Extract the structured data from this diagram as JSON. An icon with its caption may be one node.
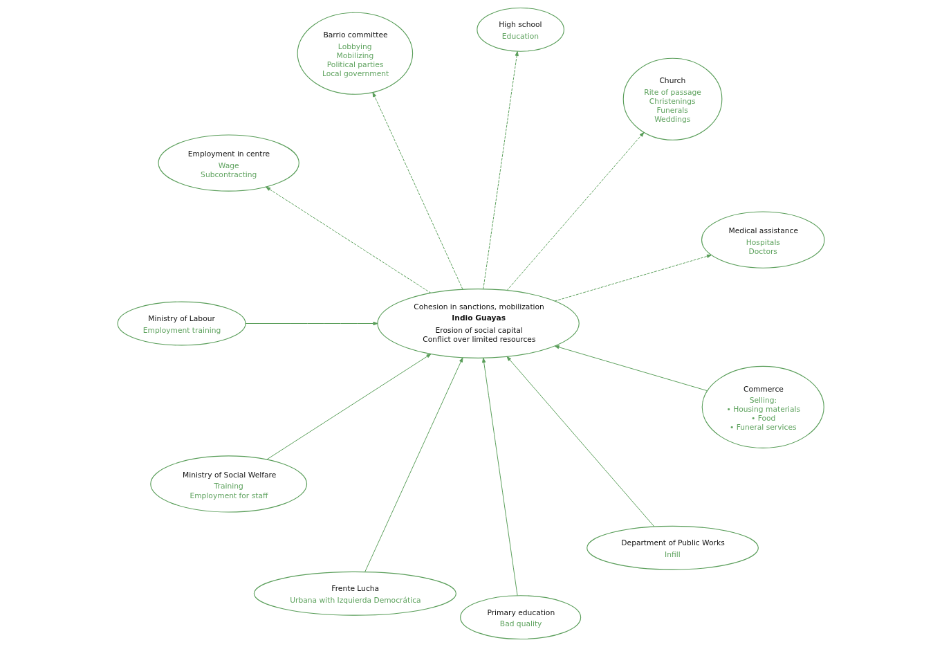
{
  "diagram": {
    "nodes": [
      {
        "text": [
          "Cohesion in sanctions, mobilization",
          "Indio Guayas",
          "Erosion of social capital",
          "Conflict over limited resources"
        ]
      },
      {
        "text": [
          "Medical assistance",
          "Hospitals",
          "Doctors"
        ]
      },
      {
        "text": [
          "Ministry of Labour",
          "Employment training"
        ]
      },
      {
        "text": [
          "Church",
          "Rite of passage",
          "Christenings",
          "Funerals",
          "Weddings"
        ]
      },
      {
        "text": [
          "Ministry of Social Welfare",
          "Training",
          "Employment for staff"
        ]
      },
      {
        "text": [
          "High school",
          "Education"
        ]
      },
      {
        "text": [
          "Frente Lucha",
          "Urbana with Izquierda Democrática"
        ]
      },
      {
        "text": [
          "Primary education",
          "Bad quality"
        ]
      },
      {
        "text": [
          "Barrio committee",
          "Lobbying",
          "Mobilizing",
          "Political parties",
          "Local government"
        ]
      },
      {
        "text": [
          "Department of Public Works",
          "Infill"
        ]
      },
      {
        "text": [
          "Commerce",
          "Selling:",
          "• Housing materials",
          "• Food",
          "• Funeral services"
        ]
      },
      {
        "text": [
          "Employment in centre",
          "Wage",
          "Subcontracting"
        ]
      }
    ],
    "edges": [
      {
        "from": 0,
        "to": 1,
        "arrow": "to",
        "style": "dashed"
      },
      {
        "from": 2,
        "to": 0,
        "arrow": "to"
      },
      {
        "from": 0,
        "to": 3,
        "arrow": "to",
        "style": "dashed"
      },
      {
        "from": 4,
        "to": 0,
        "arrow": "to"
      },
      {
        "from": 0,
        "to": 5,
        "arrow": "to",
        "style": "dashed"
      },
      {
        "from": 6,
        "to": 0,
        "arrow": "to"
      },
      {
        "from": 7,
        "to": 0,
        "arrow": "to"
      },
      {
        "from": 0,
        "to": 8,
        "arrow": "to",
        "style": "dashed"
      },
      {
        "from": 9,
        "to": 0,
        "arrow": "to"
      },
      {
        "from": 10,
        "to": 0,
        "arrow": "to"
      },
      {
        "from": 0,
        "to": 11,
        "arrow": "to",
        "style": "dashed"
      }
    ]
  }
}
